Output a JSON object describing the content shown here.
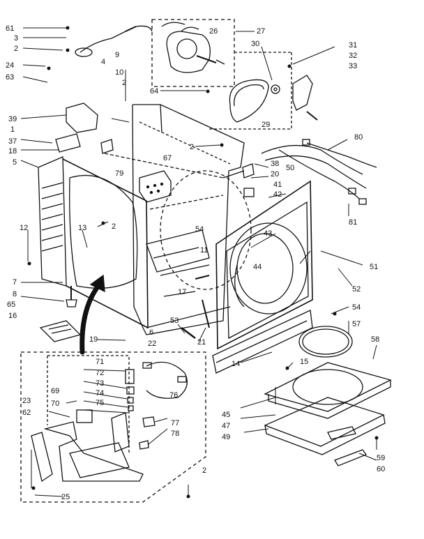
{
  "diagram": {
    "callouts": [
      "61",
      "3",
      "2",
      "24",
      "63",
      "4",
      "9",
      "26",
      "27",
      "30",
      "31",
      "32",
      "33",
      "10",
      "2",
      "64",
      "29",
      "39",
      "1",
      "37",
      "18",
      "5",
      "67",
      "2",
      "79",
      "38",
      "20",
      "50",
      "80",
      "41",
      "42",
      "12",
      "13",
      "2",
      "54",
      "43",
      "11",
      "44",
      "81",
      "51",
      "7",
      "8",
      "17",
      "52",
      "65",
      "16",
      "53",
      "6",
      "19",
      "22",
      "21",
      "54",
      "57",
      "58",
      "23",
      "71",
      "72",
      "73",
      "74",
      "75",
      "76",
      "69",
      "70",
      "62",
      "77",
      "78",
      "14",
      "15",
      "45",
      "47",
      "49",
      "59",
      "60",
      "25",
      "2"
    ],
    "colors": {
      "line": "#111111",
      "background": "#ffffff"
    }
  }
}
